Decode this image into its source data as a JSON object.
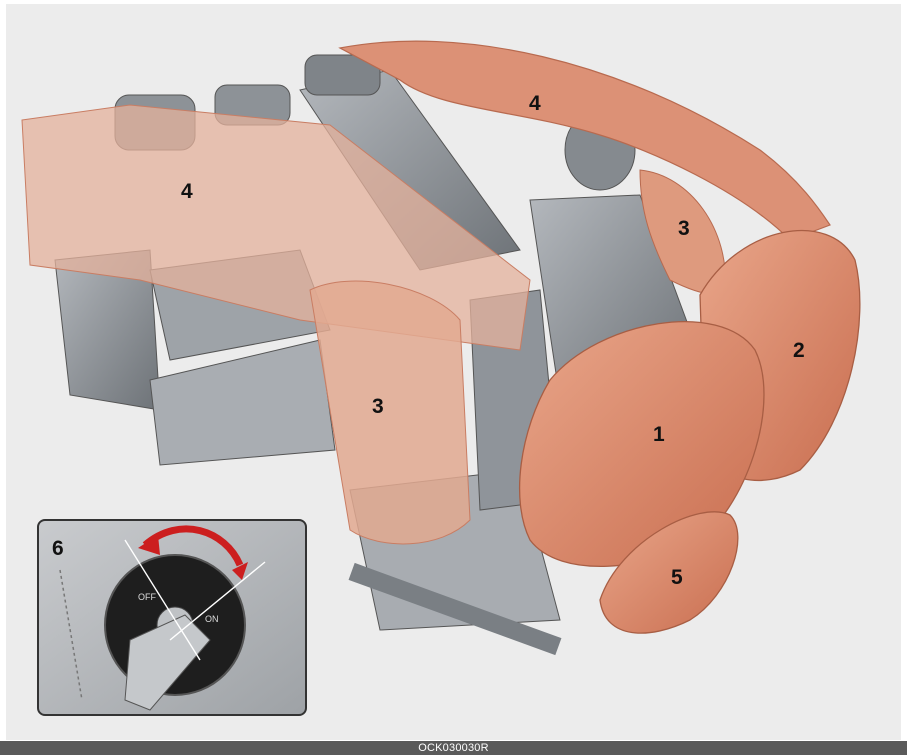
{
  "figure": {
    "caption": "OCK030030R",
    "callouts": {
      "front_airbag": "1",
      "passenger_front_airbag": "2",
      "side_airbag_front": "3",
      "side_airbag_rear": "3",
      "curtain_airbag_front": "4",
      "curtain_airbag_rear": "4",
      "knee_airbag": "5",
      "deactivation_switch": "6"
    },
    "inset": {
      "switch_label_off": "OFF",
      "switch_label_on": "ON"
    }
  },
  "colors": {
    "airbag_fill": "#d9886a",
    "airbag_translucent": "#e4b29c",
    "seat_gray": "#8f949a",
    "seat_dark": "#5e6369",
    "arrow_red": "#cc1f1f",
    "caption_bar": "#5a5a5a"
  }
}
